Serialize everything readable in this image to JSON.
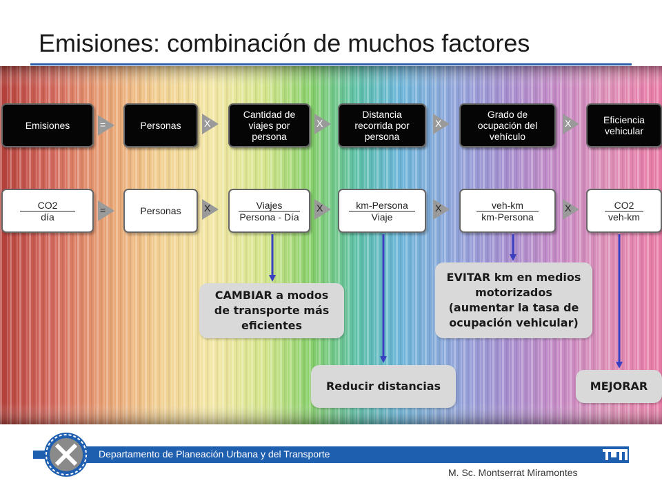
{
  "title": "Emisiones: combinación de muchos factores",
  "row1": {
    "boxes": [
      "Emisiones",
      "Personas",
      "Cantidad de viajes por persona",
      "Distancia recorrida por persona",
      "Grado de ocupación del vehículo",
      "Eficiencia vehicular"
    ],
    "operators": [
      "=",
      "X",
      "X",
      "X",
      "X"
    ]
  },
  "row2": {
    "boxes": [
      {
        "top": "CO2",
        "bottom": "día"
      },
      {
        "top": "Personas",
        "bottom": ""
      },
      {
        "top": "Viajes",
        "bottom": "Persona - Día"
      },
      {
        "top": "km-Persona",
        "bottom": "Viaje"
      },
      {
        "top": "veh-km",
        "bottom": "km-Persona"
      },
      {
        "top": "CO2",
        "bottom": "veh-km"
      }
    ],
    "operators": [
      "=",
      "X",
      "X",
      "X",
      "X"
    ]
  },
  "callouts": {
    "cambiar": "CAMBIAR a modos de transporte más eficientes",
    "reducir": "Reducir distancias",
    "evitar": "EVITAR km en medios motorizados (aumentar la tasa de ocupación vehicular)",
    "mejorar": "MEJORAR"
  },
  "footer": {
    "department": "Departamento de Planeación Urbana y del Transporte",
    "author": "M. Sc. Montserrat Miramontes"
  },
  "colors": {
    "accent_blue": "#1f5fb0",
    "arrow_blue": "#3a3fc0",
    "callout_gray": "#d9d9d9"
  }
}
